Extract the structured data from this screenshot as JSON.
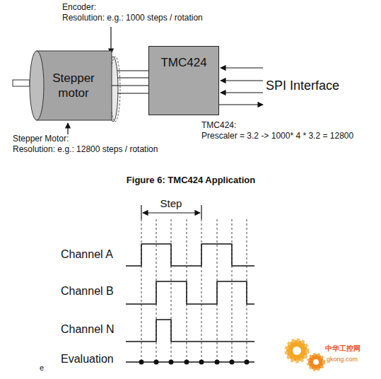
{
  "diagram": {
    "caption": "Figure 6: TMC424 Application",
    "nodes": [
      {
        "text": [
          "Stepper motor"
        ]
      },
      {
        "text": [
          "TMC424"
        ]
      }
    ],
    "edges": [
      {
        "from": 0,
        "to": 1,
        "arrow": "none"
      }
    ],
    "labels": [
      "Encoder:",
      "Resolution: e.g.: 1000 steps / rotation",
      "Stepper Motor:",
      "Resolution: e.g.: 12800 steps / rotation",
      "SPI Interface",
      "TMC424:",
      "Prescaler = 3.2 -> 1000* 4 * 3.2 = 12800",
      "Step",
      "Channel A",
      "Channel B",
      "Channel N",
      "Evaluation",
      "e",
      "中华工控网",
      "gkong.com"
    ]
  }
}
